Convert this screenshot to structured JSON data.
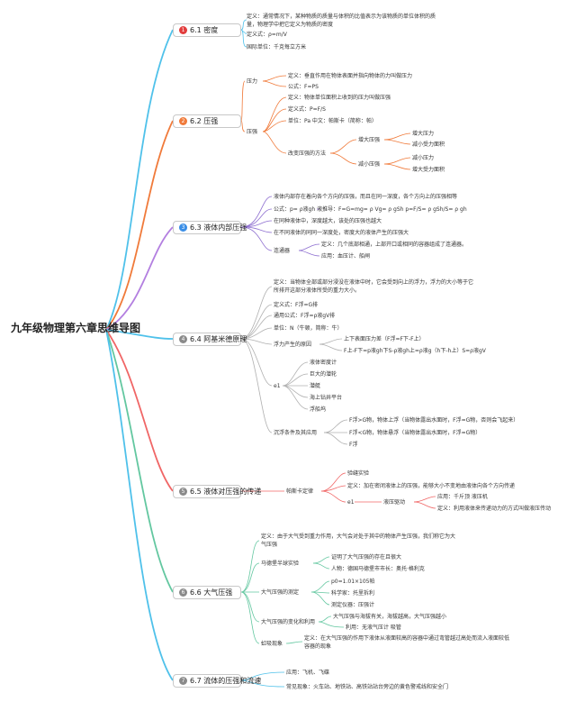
{
  "root": {
    "title": "九年级物理第六章思维导图"
  },
  "sections": [
    {
      "num": "1",
      "title": "6.1 密度",
      "color": "#e23d3d"
    },
    {
      "num": "2",
      "title": "6.2 压强",
      "color": "#f07a3a"
    },
    {
      "num": "3",
      "title": "6.3 液体内部压强",
      "color": "#3a8ee6"
    },
    {
      "num": "4",
      "title": "6.4 阿基米德原理",
      "color": "#8a8a8a"
    },
    {
      "num": "5",
      "title": "6.5 液体对压强的传递",
      "color": "#8a8a8a"
    },
    {
      "num": "6",
      "title": "6.6 大气压强",
      "color": "#8a8a8a"
    },
    {
      "num": "7",
      "title": "6.7 流体的压强和流速",
      "color": "#8a8a8a"
    }
  ],
  "s1": {
    "def": "定义：通常情况下，某种物质的质量与体积的比值表示为该物质的单位体积的质量，物理学中把它定义为物质的密度",
    "formula": "定义式：ρ=m/V",
    "unit": "国际单位：千克每立方米"
  },
  "s2": {
    "pressure": "压力",
    "pressure_def": "定义：垂直作用在物体表面并指向物体的力叫做压力",
    "pressure_formula": "公式：F=PS",
    "strong": "压强",
    "strong_def": "定义：物体单位面积上收到的压力叫做压强",
    "strong_formula": "定义式：P=F/S",
    "strong_unit": "单位：Pa 中文：帕斯卡（简称：帕）",
    "change": "改变压强的方法",
    "increase": "增大压强",
    "increase_a": "增大压力",
    "increase_b": "减小受力面积",
    "decrease": "减小压强",
    "decrease_a": "减小压力",
    "decrease_b": "增大受力面积"
  },
  "s3": {
    "desc": "液体内部存在着向各个方向的压强，而且在同一深度，各个方向上的压强相等",
    "formula": "公式：p= ρ液gh 液",
    "derive": "推导：F=G=mg= ρ Vg= ρ gSh p=F/S= ρ gSh/S= ρ gh",
    "same_liquid": "在同种液体中，深度越大，该处的压强也越大",
    "diff_liquid": "在不同液体的同同一深度处，密度大的液体产生的压强大",
    "connector": "连通器",
    "connector_def": "定义：几个底部相通，上部开口或相同的容器组成了连通器。",
    "connector_app": "应用：血压计、船闸"
  },
  "s4": {
    "def": "定义：当物体全部或部分浸没在液体中时，它会受到向上的浮力，浮力的大小等于它所排开这部分液体所受的重力大小。",
    "def_formula": "定义式：F浮=G排",
    "gen_formula": "通用公式：F浮=ρ液gV排",
    "unit": "单位：N（牛顿，简称：牛）",
    "cause": "浮力产生的原因",
    "cause_a": "上下表面压力差（F浮=F下-F上）",
    "cause_b": "F上-F下=p液gh下S-ρ液gh上=ρ液g（h下-h上）S=ρ液gV",
    "e1": "e1",
    "app_a": "液体密度计",
    "app_b": "巨大的潜轮",
    "app_c": "潜艇",
    "app_d": "海上钻井平台",
    "app_e": "浮船坞",
    "cond": "沉浮条件及其应用",
    "cond_a": "F浮>G物，物体上浮（当物体露出水面时，F浮=G物，否则会飞起来）",
    "cond_b": "F浮<G物，物体悬浮（当物体露出水面时，F浮=G物）",
    "cond_c": "F浮"
  },
  "s5": {
    "law": "帕斯卡定律",
    "experiment": "验缝实验",
    "def": "定义：加在密闭液体上的压强，能够大小不变地由液体向各个方向传递",
    "e1": "e1",
    "press": "液压驱动",
    "press_app": "应用：千斤顶 液压机",
    "press_def": "定义：利用液体来传递动力的方式叫做液压传动"
  },
  "s6": {
    "def": "定义：由于大气受到重力作用，大气会对处于其中的物体产生压强，我们称它为大气压强",
    "magdeburg": "马德堡半球实验",
    "magdeburg_a": "证明了大气压强的存在且很大",
    "magdeburg_b": "人物：德国马德堡市市长：奥托·格利克",
    "measure": "大气压强的测定",
    "measure_a": "p0=1.01×105帕",
    "measure_b": "科学家：托里拆利",
    "measure_c": "测定仪器：压强计",
    "change": "大气压强的变化和利用",
    "change_a": "大气压强与海拔有关，海拔越高，大气压强越小",
    "change_b": "利用：无液气压计 吸管",
    "siphon": "虹吸现象",
    "siphon_def": "定义：在大气压强的作用下液体从液面较高的容器中通过弯管越过高处而流入液面较低容器的现象"
  },
  "s7": {
    "app": "应用：飞机、飞碟",
    "phenomenon": "常见现象：火车站、地铁站、高铁站站台旁边的黄色警戒线和安全门"
  }
}
